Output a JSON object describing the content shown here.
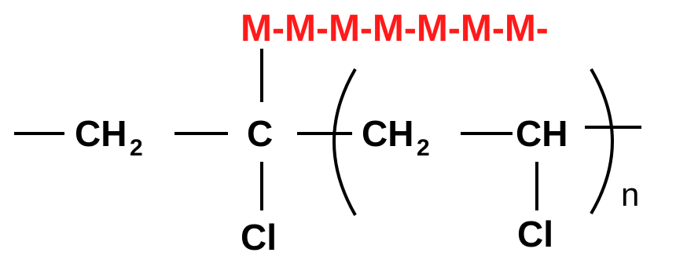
{
  "graft_chain": "M-M-M-M-M-M-M-",
  "backbone": {
    "left_group": "CH",
    "left_group_sub": "2",
    "branch_atom": "C",
    "branch_substituent": "Cl",
    "repeat_group_1": "CH",
    "repeat_group_1_sub": "2",
    "repeat_group_2": "CH",
    "repeat_substituent": "Cl",
    "repeat_subscript": "n"
  },
  "colors": {
    "graft": "#ff1a1a",
    "structure": "#000000"
  }
}
